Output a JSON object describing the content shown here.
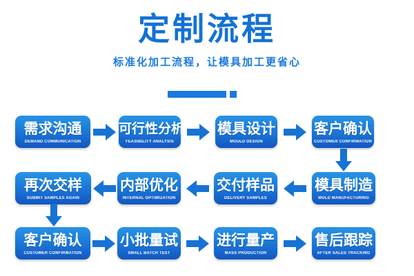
{
  "header": {
    "title": "定制流程",
    "subtitle": "标准化加工流程，让模具加工更省心",
    "accent_color": "#1371d6",
    "divider": {
      "bar_label": "divider-bar",
      "dot_label": "divider-dot"
    }
  },
  "theme": {
    "background": "#ffffff",
    "node_gradient_top": "#2a93e4",
    "node_gradient_bottom": "#1257bf",
    "arrow_color": "#1673d4",
    "text_color": "#ffffff"
  },
  "flow": {
    "rows": [
      {
        "direction": "right",
        "nodes": [
          {
            "cn": "需求沟通",
            "en": "DEMAND COMMUNICATION"
          },
          {
            "cn": "可行性分析",
            "en": "FEASIBILITY ANALYSIS"
          },
          {
            "cn": "模具设计",
            "en": "MOULD DESIGN"
          },
          {
            "cn": "客户确认",
            "en": "CUSTOMER CONFIRMATION"
          }
        ]
      },
      {
        "direction": "left",
        "nodes": [
          {
            "cn": "再次交样",
            "en": "SUBMIT SAMPLES AGAIN"
          },
          {
            "cn": "内部优化",
            "en": "INTERNAL OPTIMIZATION"
          },
          {
            "cn": "交付样品",
            "en": "DELIVERY SAMPLES"
          },
          {
            "cn": "模具制造",
            "en": "MOLD MANUFACTURING"
          }
        ]
      },
      {
        "direction": "right",
        "nodes": [
          {
            "cn": "客户确认",
            "en": "CUSTOMER CONFIRMATION"
          },
          {
            "cn": "小批量试",
            "en": "SMALL BATCH TEST"
          },
          {
            "cn": "进行量产",
            "en": "MASS PRODUCTION"
          },
          {
            "cn": "售后跟踪",
            "en": "AFTER SALES TRACKING"
          }
        ]
      }
    ],
    "connectors": [
      {
        "name": "row1-to-row2-down-arrow",
        "direction": "down",
        "side": "right"
      },
      {
        "name": "row2-to-row3-down-arrow",
        "direction": "down",
        "side": "left"
      }
    ]
  }
}
